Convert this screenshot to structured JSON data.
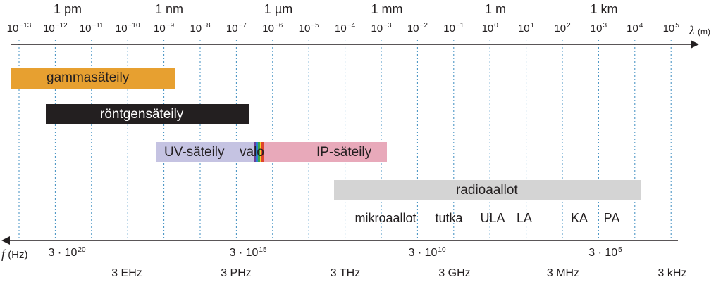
{
  "lambda_axis": {
    "label_symbol": "λ",
    "label_unit": "(m)",
    "powers": [
      {
        "base": "10",
        "exp": "−13"
      },
      {
        "base": "10",
        "exp": "−12"
      },
      {
        "base": "10",
        "exp": "−11"
      },
      {
        "base": "10",
        "exp": "−10"
      },
      {
        "base": "10",
        "exp": "−9"
      },
      {
        "base": "10",
        "exp": "−8"
      },
      {
        "base": "10",
        "exp": "−7"
      },
      {
        "base": "10",
        "exp": "−6"
      },
      {
        "base": "10",
        "exp": "−5"
      },
      {
        "base": "10",
        "exp": "−4"
      },
      {
        "base": "10",
        "exp": "−3"
      },
      {
        "base": "10",
        "exp": "−2"
      },
      {
        "base": "10",
        "exp": "−1"
      },
      {
        "base": "10",
        "exp": "0"
      },
      {
        "base": "10",
        "exp": "1"
      },
      {
        "base": "10",
        "exp": "2"
      },
      {
        "base": "10",
        "exp": "3"
      },
      {
        "base": "10",
        "exp": "4"
      },
      {
        "base": "10",
        "exp": "5"
      }
    ],
    "units": [
      "1 pm",
      "1 nm",
      "1 µm",
      "1 mm",
      "1 m",
      "1 km"
    ]
  },
  "bands": {
    "gamma": "gammasäteily",
    "xray": "röntgensäteily",
    "uv": "UV-säteily",
    "visible": "valo",
    "ir": "IP-säteily",
    "radio": "radioaallot"
  },
  "radio_subbands": [
    "mikroaallot",
    "tutka",
    "ULA",
    "LA",
    "KA",
    "PA"
  ],
  "colors": {
    "gamma": "#e7a030",
    "xray": "#231f20",
    "uv": "#c5c3e2",
    "ir": "#e8a9ba",
    "radio": "#d4d4d4",
    "grid": "#3c8dc0",
    "axis": "#231f20"
  },
  "frequency_axis": {
    "label_symbol": "f",
    "label_unit": "(Hz)",
    "powers": [
      {
        "mantissa": "3 · 10",
        "exp": "20"
      },
      {
        "mantissa": "3 · 10",
        "exp": "15"
      },
      {
        "mantissa": "3 · 10",
        "exp": "10"
      },
      {
        "mantissa": "3 · 10",
        "exp": "5"
      }
    ],
    "hz_labels": [
      "3 EHz",
      "3 PHz",
      "3 THz",
      "3 GHz",
      "3 MHz",
      "3 kHz"
    ]
  }
}
